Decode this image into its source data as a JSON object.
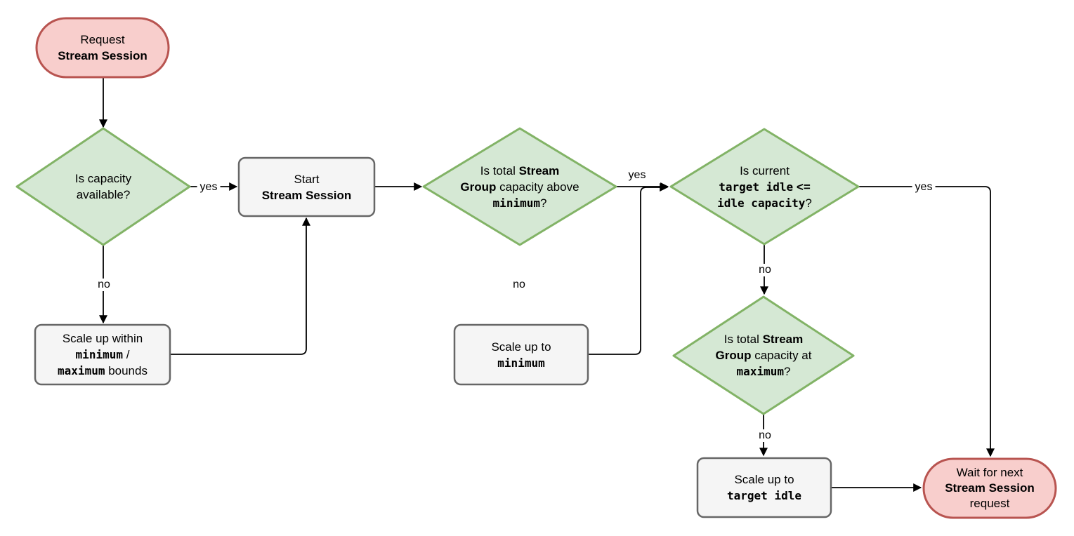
{
  "colors": {
    "decision_fill": "#d5e8d4",
    "decision_stroke": "#82b366",
    "terminal_fill": "#f8cecc",
    "terminal_stroke": "#b85450",
    "process_fill": "#f5f5f5",
    "process_stroke": "#666666",
    "arrow": "#000000"
  },
  "nodes": {
    "request": {
      "line1": "Request",
      "line2": "Stream Session"
    },
    "capacity_available": {
      "line1": "Is capacity",
      "line2": "available?"
    },
    "start_session": {
      "line1": "Start",
      "line2": "Stream Session"
    },
    "above_minimum": {
      "l1a": "Is total ",
      "l1b": "Stream",
      "l2a": "Group",
      "l2b": " capacity above",
      "l3a": "minimum",
      "l3b": "?"
    },
    "target_idle_check": {
      "l1": "Is current",
      "l2a": "target idle",
      "l2b": " <=",
      "l3a": "idle capacity",
      "l3b": "?"
    },
    "scale_within_bounds": {
      "l1": "Scale up within",
      "l2a": "minimum",
      "l2b": " /",
      "l3a": "maximum",
      "l3b": " bounds"
    },
    "scale_to_minimum": {
      "l1": "Scale up to",
      "l2": "minimum"
    },
    "at_maximum": {
      "l1a": "Is total ",
      "l1b": "Stream",
      "l2a": "Group",
      "l2b": " capacity at",
      "l3a": "maximum",
      "l3b": "?"
    },
    "scale_to_target_idle": {
      "l1": "Scale up to",
      "l2": "target idle"
    },
    "wait_next": {
      "line1": "Wait for next",
      "line2": "Stream Session",
      "line3": "request"
    }
  },
  "edge_labels": {
    "capacity_yes": "yes",
    "capacity_no": "no",
    "above_min_yes": "yes",
    "above_min_no": "no",
    "target_idle_yes": "yes",
    "target_idle_no": "no",
    "at_max_no": "no"
  }
}
